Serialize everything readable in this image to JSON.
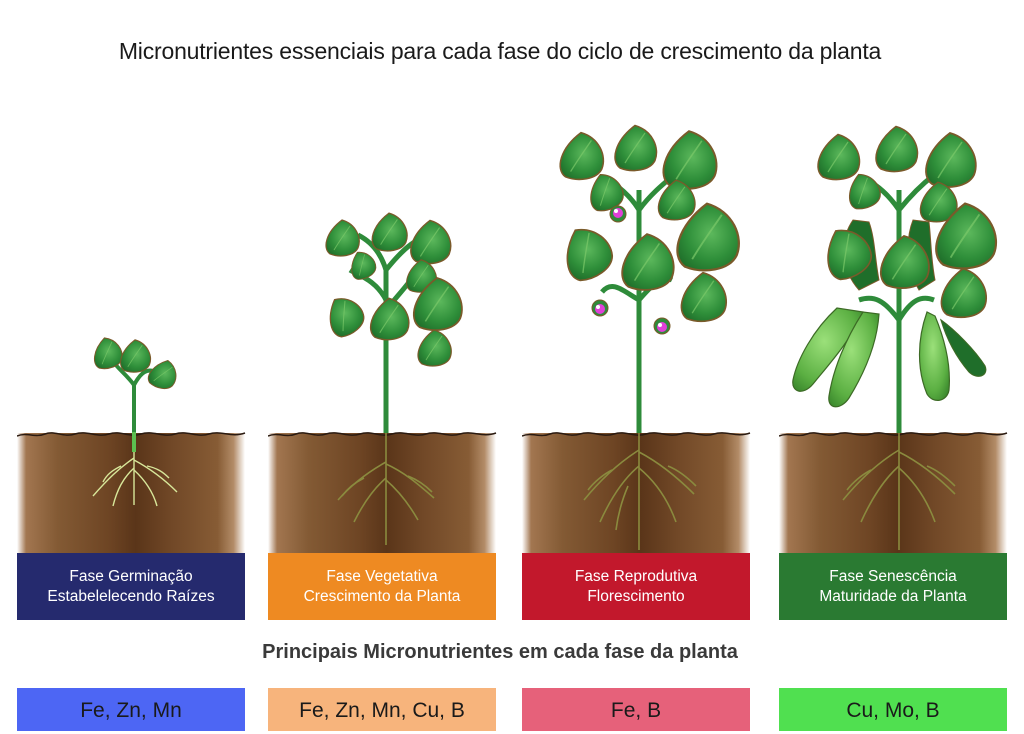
{
  "title": "Micronutrientes essenciais para cada fase do ciclo de crescimento da planta",
  "subtitle": "Principais Micronutrientes em cada fase da planta",
  "colors": {
    "soil": "#6e4524",
    "leaf": "#2e8b3a",
    "leaf_outline": "#7a5a2a",
    "flower": "#e040d8"
  },
  "phases": [
    {
      "id": "germinacao",
      "name": "Fase Germinação",
      "description": "Estabelelecendo Raízes",
      "phase_color": "#252a6e",
      "micronutrients": "Fe, Zn, Mn",
      "micronutrient_color": "#4d66f4",
      "illustration": "seedling-icon"
    },
    {
      "id": "vegetativa",
      "name": "Fase Vegetativa",
      "description": "Crescimento da Planta",
      "phase_color": "#ee8a22",
      "micronutrients": "Fe, Zn, Mn, Cu, B",
      "micronutrient_color": "#f7b47c",
      "illustration": "young-plant-icon"
    },
    {
      "id": "reprodutiva",
      "name": "Fase Reprodutiva",
      "description": "Florescimento",
      "phase_color": "#c2182c",
      "micronutrients": "Fe, B",
      "micronutrient_color": "#e6617a",
      "illustration": "flowering-plant-icon"
    },
    {
      "id": "senescencia",
      "name": "Fase Senescência",
      "description": "Maturidade da Planta",
      "phase_color": "#2a7a32",
      "micronutrients": "Cu, Mo, B",
      "micronutrient_color": "#50e050",
      "illustration": "mature-plant-with-pods-icon"
    }
  ]
}
